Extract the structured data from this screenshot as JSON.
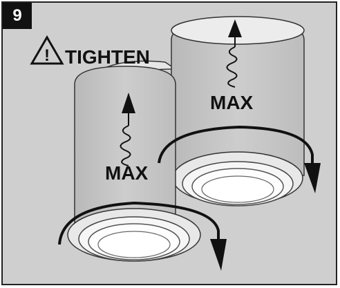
{
  "step": {
    "number": "9"
  },
  "warning": {
    "text": "TIGHTEN",
    "icon": "warning-triangle-icon",
    "symbol": "!"
  },
  "fixtures": [
    {
      "label": "MAX",
      "icon": "spring-arrow-icon",
      "rotation": "clockwise"
    },
    {
      "label": "MAX",
      "icon": "spring-arrow-icon",
      "rotation": "clockwise"
    }
  ],
  "colors": {
    "background": "#cfcfcf",
    "cylinder": "#c7c7c7",
    "ink": "#111111"
  }
}
